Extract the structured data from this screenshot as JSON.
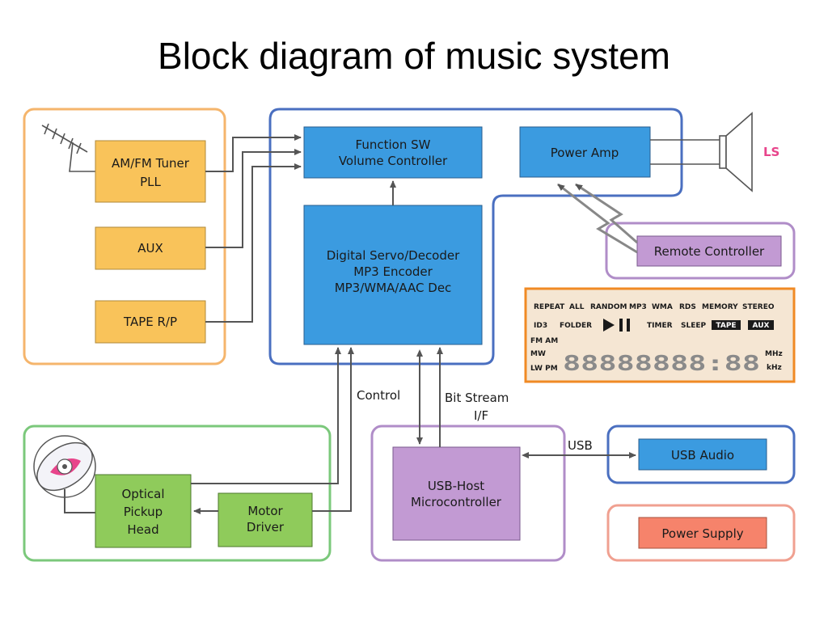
{
  "title": "Block diagram of music system",
  "colors": {
    "orange_border": "#f5b56c",
    "blue_border": "#4a6fc0",
    "purple_border": "#b08dc8",
    "green_border": "#7bc87b",
    "salmon_border": "#f0a090",
    "yellow_block": "#f9c35a",
    "blue_block": "#3b9be0",
    "purple_block": "#c29ad3",
    "green_block": "#8fcb5b",
    "salmon_block": "#f6836b",
    "lcd_face": "#f5e6d3",
    "lcd_border": "#f08a24",
    "speaker_label": "#e8448b"
  },
  "blocks": {
    "tuner": {
      "line1": "AM/FM Tuner",
      "line2": "PLL"
    },
    "aux": "AUX",
    "tape": "TAPE R/P",
    "function_sw": {
      "line1": "Function SW",
      "line2": "Volume Controller"
    },
    "power_amp": "Power Amp",
    "decoder": {
      "line1": "Digital Servo/Decoder",
      "line2": "MP3 Encoder",
      "line3": "MP3/WMA/AAC Dec"
    },
    "remote": "Remote Controller",
    "usb_audio": "USB Audio",
    "power_supply": "Power Supply",
    "usb_host": {
      "line1": "USB-Host",
      "line2": "Microcontroller"
    },
    "optical": {
      "line1": "Optical",
      "line2": "Pickup",
      "line3": "Head"
    },
    "motor": {
      "line1": "Motor",
      "line2": "Driver"
    }
  },
  "labels": {
    "speaker": "LS",
    "control": "Control",
    "bitstream": "Bit Stream",
    "if": "I/F",
    "usb": "USB"
  },
  "lcd": {
    "row1": [
      "REPEAT",
      "ALL",
      "RANDOM",
      "MP3",
      "WMA",
      "RDS",
      "MEMORY",
      "STEREO"
    ],
    "row2": [
      "ID3",
      "FOLDER",
      "TIMER",
      "SLEEP"
    ],
    "row2_inverted": [
      "TAPE",
      "AUX"
    ],
    "band_left": [
      "FM AM",
      "MW",
      "LW PM"
    ],
    "units": [
      "MHz",
      "kHz"
    ],
    "segments": "88888888:88"
  },
  "icons": [
    "antenna-icon",
    "speaker-icon",
    "cd-disc-icon",
    "play-icon",
    "pause-icon"
  ]
}
